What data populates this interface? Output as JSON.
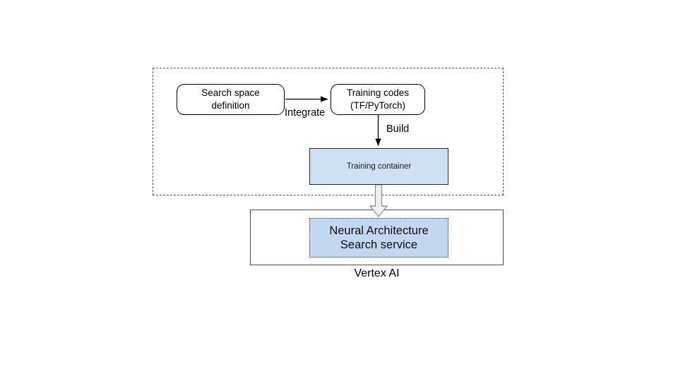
{
  "diagram": {
    "title_caption": "Vertex AI",
    "groups": {
      "user_environment": {
        "style": "dashed-rectangle",
        "label": ""
      },
      "vertex_ai": {
        "style": "solid-rectangle",
        "caption": "Vertex AI"
      }
    },
    "nodes": [
      {
        "id": "search-space",
        "label": "Search space\ndefinition",
        "shape": "rounded-rectangle",
        "fill": "#ffffff",
        "stroke": "#000000"
      },
      {
        "id": "training-codes",
        "label": "Training codes\n(TF/PyTorch)",
        "shape": "rounded-rectangle",
        "fill": "#ffffff",
        "stroke": "#000000"
      },
      {
        "id": "training-container",
        "label": "Training container",
        "shape": "rectangle",
        "fill": "#cfe0f3",
        "stroke": "#2b2b2b"
      },
      {
        "id": "nas-service",
        "label": "Neural Architecture\nSearch service",
        "shape": "dotted-rectangle",
        "fill": "#c3d7f0",
        "stroke": "#333333"
      }
    ],
    "edges": [
      {
        "id": "integrate-edge",
        "from": "search-space",
        "to": "training-codes",
        "label": "Integrate",
        "style": "thin-arrow"
      },
      {
        "id": "build-edge",
        "from": "training-codes",
        "to": "training-container",
        "label": "Build",
        "style": "thin-arrow"
      },
      {
        "id": "deploy-edge",
        "from": "training-container",
        "to": "nas-service",
        "label": "",
        "style": "block-arrow"
      }
    ],
    "colors": {
      "container_fill": "#cfe0f3",
      "service_fill": "#c3d7f0",
      "stroke": "#000000",
      "dashed_stroke": "#4d4d4d",
      "block_arrow_fill": "#f0f0f0",
      "block_arrow_stroke": "#8c8c8c"
    }
  }
}
